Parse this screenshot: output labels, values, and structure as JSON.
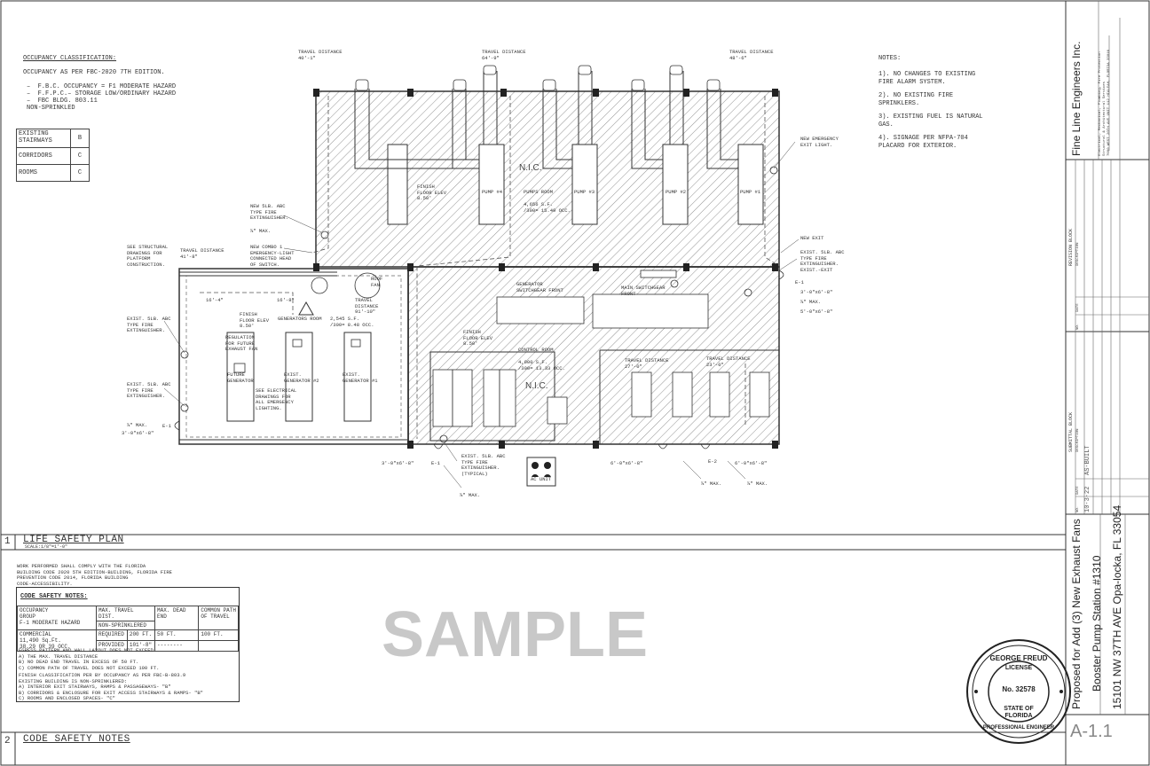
{
  "occupancy": {
    "heading": "OCCUPANCY CLASSIFICATION:",
    "line1": "OCCUPANCY AS PER FBC-2020 7TH EDITION.",
    "items": [
      "–  F.B.C. OCCUPANCY = F1 MODERATE HAZARD",
      "–  F.F.P.C.– STORAGE LOW/ORDINARY HAZARD",
      "–  FBC BLDG. 803.11"
    ],
    "non_sprinkled": "NON-SPRINKLED"
  },
  "classification_table": [
    {
      "label": "EXISTING\nSTAIRWAYS",
      "value": "B"
    },
    {
      "label": "CORRIDORS",
      "value": "C"
    },
    {
      "label": "ROOMS",
      "value": "C"
    }
  ],
  "notes": {
    "heading": "NOTES:",
    "items": [
      "1). NO CHANGES TO EXISTING\nFIRE ALARM SYSTEM.",
      "2). NO EXISTING FIRE\nSPRINKLERS.",
      "3). EXISTING FUEL IS NATURAL\nGAS.",
      "4). SIGNAGE PER NFPA-704\nPLACARD FOR EXTERIOR."
    ]
  },
  "plan_labels": {
    "travel1": "TRAVEL DISTANCE\n40'-1\"",
    "travel2": "TRAVEL DISTANCE\n64'-9\"",
    "travel3": "TRAVEL DISTANCE\n48'-6\"",
    "nic_top": "N.I.C.",
    "nic_mid": "N.I.C.",
    "pump1": "PUMP #1",
    "pump2": "PUMP #2",
    "pump3": "PUMP #3",
    "pump4": "PUMP #4",
    "pumps_room": "PUMPS ROOM",
    "finish_floor_top": "FINISH\nFLOOR ELEV\n8.50'",
    "area_pumps": "4,656 S.F.\n/300= 15.49 OCC.",
    "new_emergency_exit": "NEW EMERGENCY\nEXIT LIGHT.",
    "new_exit": "NEW EXIT",
    "exist_fire_ext_right": "EXIST. 5LB. ABC\nTYPE FIRE\nEXTINGUISHER.",
    "exist_exit": "EXIST.-EXIT",
    "e1_right": "E-1",
    "max_right": "⅞\" MAX.",
    "door_right1": "3'-0\"x6'-8\"",
    "door_right2": "5'-0\"x6'-8\"",
    "new_5lb": "NEW 5LB. ABC\nTYPE FIRE\nEXTINGUISHER.",
    "max_left_top": "⅞\" MAX.",
    "combo": "NEW COMBO 1\nEMERGENCY-LIGHT\nCONNECTED HEAD\nOF SWITCH.",
    "see_structural": "SEE STRUCTURAL\nDRAWINGS FOR\nPLATFORM\nCONSTRUCTION.",
    "travel_left": "TRAVEL DISTANCE\n41'-8\"",
    "dim1": "16'-4\"",
    "dim2": "16'-8\"",
    "gen_room": "GENERATORS ROOM",
    "finish_floor_gen": "FINISH\nFLOOR ELEV\n8.50'",
    "area_gen": "2,545 S.F.\n/300= 8.48 OCC.",
    "travel_gen": "TRAVEL\nDISTANCE\n91'-10\"",
    "roof_fan": "ROOF\nFAN",
    "exist_5lb_left1": "EXIST. 5LB. ABC\nTYPE FIRE\nEXTINGUISHER.",
    "exist_5lb_left2": "EXIST. 5LB. ABC\nTYPE FIRE\nEXTINGUISHER.",
    "future_gen": "FUTURE\nGENERATOR",
    "gen2": "EXIST.\nGENERATOR #2",
    "gen1": "EXIST.\nGENERATOR #1",
    "regulation_fan": "REGULATION\nFOR FUTURE\nEXHAUST FAN",
    "see_electrical": "SEE ELECTRICAL\nDRAWINGS FOR\nALL EMERGENCY\nLIGHTING.",
    "max_left_bot": "⅞\" MAX.",
    "door_left": "3'-0\"x6'-8\"",
    "e1_left": "E-1",
    "switchgear": "GENERATOR\nSWITCHGEAR FRONT",
    "main_switchgear": "MAIN SWITCHGEAR\nFRONT",
    "finish_floor_ctrl": "FINISH\nFLOOR ELEV\n8.50'",
    "control_room": "CONTROL ROOM",
    "area_ctrl": "4,000 S.F.\n/300= 13.33 OCC.",
    "travel_ctrl": "TRAVEL DISTANCE\n23'-0\"",
    "travel_ctrl2": "TRAVEL DISTANCE\n27'-0\"",
    "exist_5lb_bottom": "EXIST. 5LB. ABC\nTYPE FIRE\nEXTINGUISHER.\n(TYPICAL)",
    "door_b1": "3'-0\"x6'-8\"",
    "door_b2": "6'-0\"x6'-8\"",
    "door_b3": "6'-0\"x6'-8\"",
    "max_b1": "⅞\" MAX.",
    "max_b2": "⅞\" MAX.",
    "max_b3": "⅞\" MAX.",
    "e2": "E-2",
    "e1_b": "E-1",
    "ac_unit": "AC UNIT"
  },
  "title_bars": {
    "plan_num": "1",
    "plan_title": "LIFE SAFETY PLAN",
    "plan_scale": "SCALE:1/8\"=1'-0\"",
    "notes_num": "2",
    "notes_title": "CODE SAFETY NOTES"
  },
  "code_notes": {
    "intro": "WORK PERFORMED SHALL COMPLY WITH THE FLORIDA\nBUILDING CODE 2020 5TH EDITION-BUILDING, FLORIDA FIRE\nPREVENTION CODE 2014, FLORIDA BUILDING\nCODE-ACCESSIBILITY.",
    "box_title": "CODE SAFETY NOTES:",
    "hdr_max_travel": "MAX. TRAVEL DIST.",
    "hdr_dead_end": "MAX. DEAD END",
    "hdr_common": "COMMON PATH\nOF TRAVEL",
    "occupancy_group": "OCCUPANCY\nGROUP\nF-1 MODERATE HAZARD",
    "non_sprinklered": "NON-SPRINKLERED",
    "commercial": "COMMERCIAL\n11,490 Sq.Ft.\n38.29 OR 39 OCC.",
    "required": "REQUIRED",
    "provided": "PROVIDED",
    "req_travel": "200 FT.",
    "req_dead": "50 FT.",
    "req_common": "100 FT.",
    "prov_travel": "101'-8\"",
    "prov_dead": "--------",
    "egress": "EGRESS PATTERN AND WALL LAYOUT DOES NOT EXCEED:\nA) THE MAX. TRAVEL DISTANCE\nB) NO DEAD END TRAVEL IN EXCESS OF 50 FT.\nC) COMMON PATH OF TRAVEL DOES NOT EXCEED 100 FT.",
    "finish": "FINISH CLASSIFICATION PER BY OCCUPANCY AS PER FBC-B-803.9\nEXISTING BUILDING IS NON-SPRINKLERED:\nA) INTERIOR EXIT STAIRWAYS, RAMPS & PASSAGEWAYS- \"B\"\nB) CORRIDORS & ENCLOSURE FOR EXIT ACCESS STAIRWAYS & RAMPS- \"B\"\nC) ROOMS AND ENCLOSED SPACES- \"C\""
  },
  "watermark": "SAMPLE",
  "title_block": {
    "company": "Fine Line Engineers Inc.",
    "company_sub": "Electrical, Mechanical, Plumbing, Fire Protection\nStructural & Architectural Services\n7600 WEST 20TH AVE UNIT 112 HIALEAH, FLORIDA 33016",
    "revision_block": "REVISION BLOCK",
    "description": "DESCRIPTION",
    "no": "NO.",
    "date": "DATE",
    "submittal_block": "SUBMITTAL BLOCK",
    "submittal_date": "10-3-22",
    "submittal_desc": "AS-BUILT",
    "project_line1": "Proposed for Add (3) New Exhaust Fans",
    "project_line2": "Booster Pump Station #1310",
    "project_line3": "15101 NW 37TH AVE  Opa-locka, FL  33054",
    "sheet": "A-1.1"
  },
  "seal": {
    "name": "GEORGE FREUD",
    "license": "LICENSE",
    "number": "No. 32578",
    "state": "STATE OF\nFLORIDA",
    "role": "PROFESSIONAL ENGINEER"
  }
}
